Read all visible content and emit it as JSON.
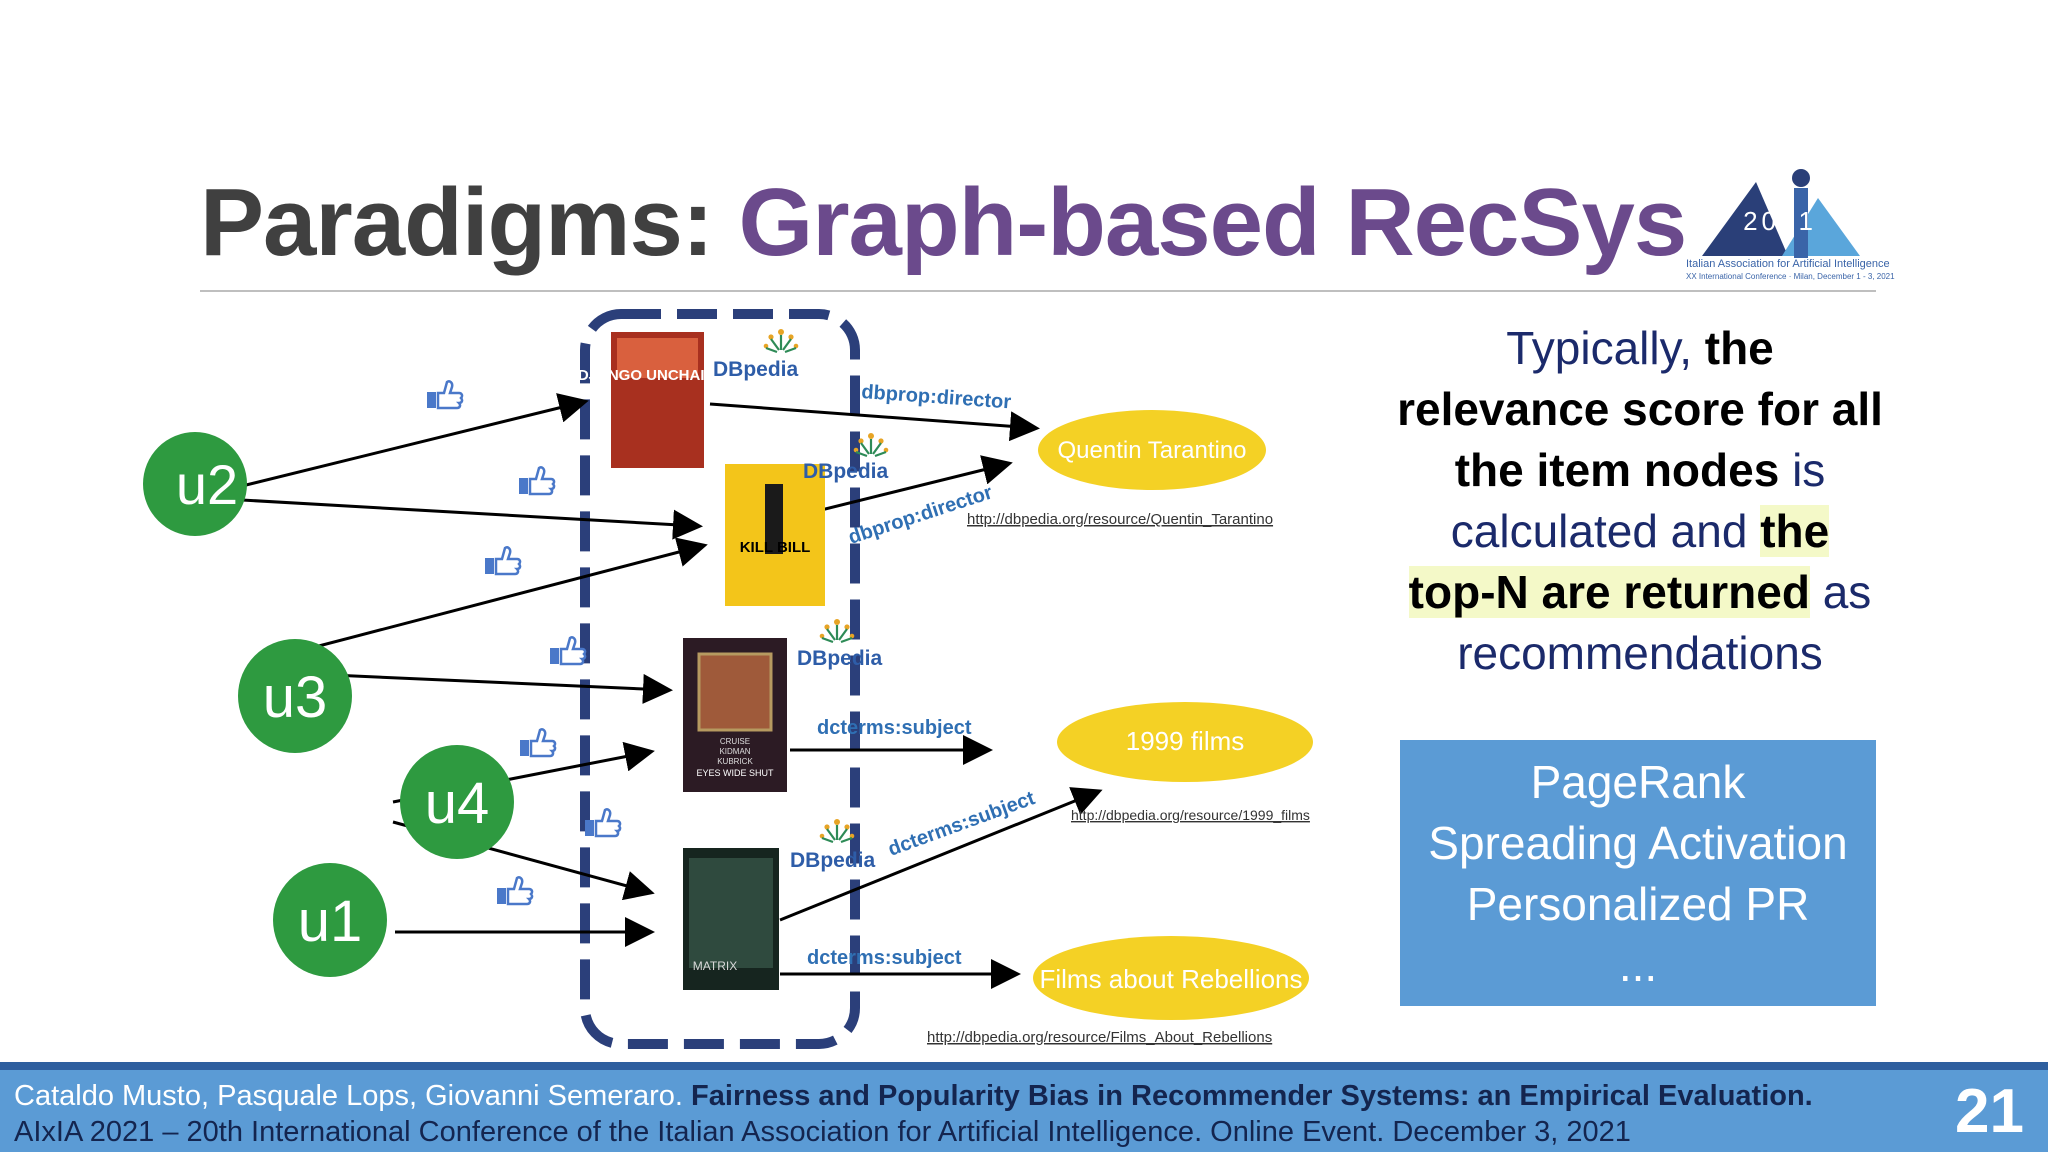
{
  "title": {
    "part1": "Paradigms: ",
    "part2": "Graph-based RecSys"
  },
  "logo": {
    "year": "2021",
    "caption1": "Italian Association for Artificial Intelligence",
    "caption2": "XX International Conference · Milan, December 1 - 3, 2021",
    "colors": {
      "blue": "#3a64a8",
      "light": "#5aa6db"
    }
  },
  "diagram": {
    "users": [
      "u2",
      "u3",
      "u4",
      "u1"
    ],
    "dbpedia_label": "DBpedia",
    "posters": {
      "django": "DJANGO UNCHAINED",
      "killbill": "KILL BILL",
      "eyes": [
        "CRUISE",
        "KIDMAN",
        "KUBRICK",
        "EYES WIDE SHUT"
      ],
      "matrix": "MATRIX"
    },
    "edges": [
      "dbprop:director",
      "dbprop:director",
      "dcterms:subject",
      "dcterms:subject",
      "dcterms:subject"
    ],
    "entities": [
      "Quentin Tarantino",
      "1999 films",
      "Films about Rebellions"
    ],
    "uris": [
      "http://dbpedia.org/resource/Quentin_Tarantino",
      "http://dbpedia.org/resource/1999_films",
      "http://dbpedia.org/resource/Films_About_Rebellions"
    ],
    "colors": {
      "user": "#2e9a40",
      "entity": "#f4d125",
      "frame": "#2b3f7a",
      "edge": "#2f6fb3"
    }
  },
  "text": {
    "s1": "Typically, ",
    "s2": "the",
    "s3": "relevance score for all",
    "s4": "the item nodes",
    "s5": " is",
    "s6": "calculated and ",
    "s7": "the",
    "s8": "top-N are returned",
    "s9": " as",
    "s10": "recommendations"
  },
  "algorithms": [
    "PageRank",
    "Spreading Activation",
    "Personalized PR",
    "..."
  ],
  "footer": {
    "authors": "Cataldo Musto, Pasquale Lops, Giovanni Semeraro. ",
    "paper": "Fairness and Popularity Bias in Recommender Systems: an Empirical Evaluation.",
    "venue": "AIxIA 2021 – 20th International Conference of the Italian Association for Artificial Intelligence. Online Event. December 3, 2021",
    "page": "21"
  }
}
